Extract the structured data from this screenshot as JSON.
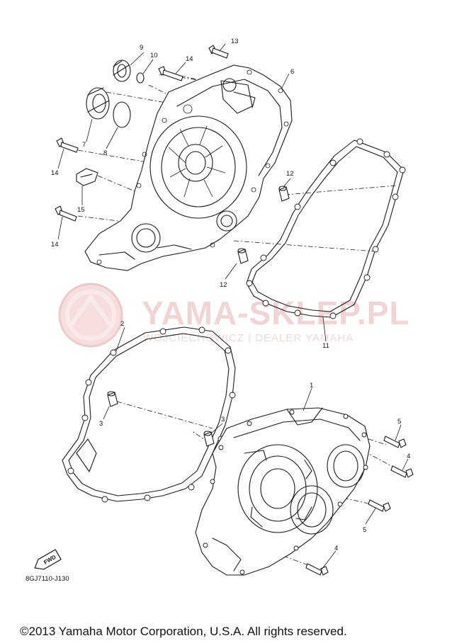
{
  "watermark": {
    "brand": "YAMA-SKLEP.PL",
    "dealer": "WOJCIECHOWICZ | DEALER YAMAHA"
  },
  "part_labels": {
    "p1": "1",
    "p2": "2",
    "p3a": "3",
    "p3b": "3",
    "p4a": "4",
    "p4b": "4",
    "p5a": "5",
    "p5b": "5",
    "p6": "6",
    "p7": "7",
    "p8": "8",
    "p9": "9",
    "p10": "10",
    "p11": "11",
    "p12a": "12",
    "p12b": "12",
    "p13": "13",
    "p14a": "14",
    "p14b": "14",
    "p14c": "14",
    "p15": "15"
  },
  "fwd_label": "FWD",
  "diagram_code": "8GJ7110-J130",
  "copyright": "©2013 Yamaha Motor Corporation, U.S.A. All rights reserved."
}
